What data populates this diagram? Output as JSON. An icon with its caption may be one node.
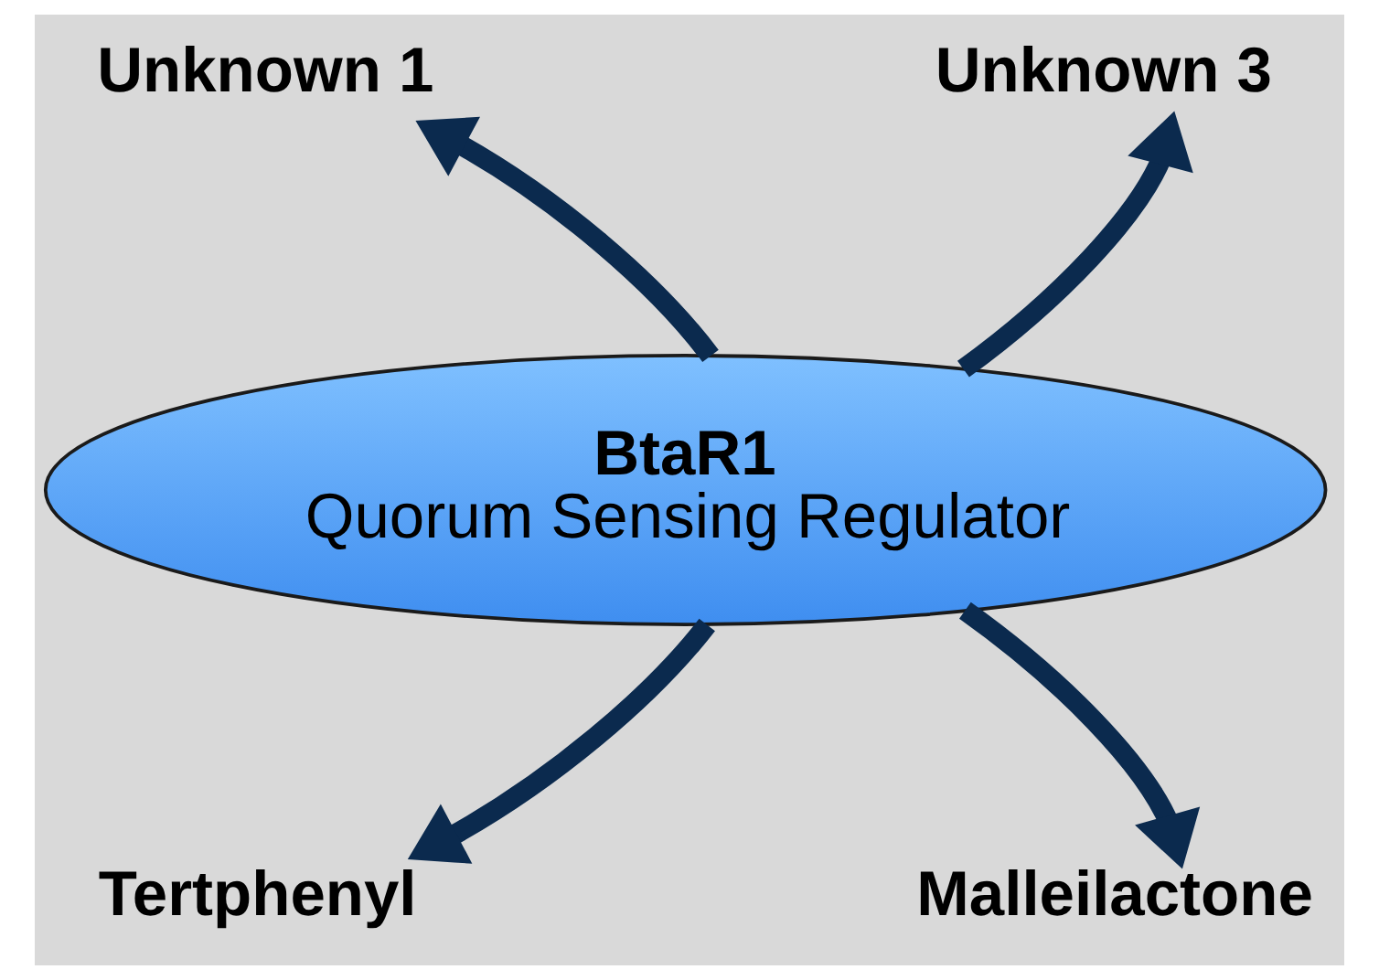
{
  "diagram": {
    "nodes": [
      {
        "text": [
          "Unknown 1"
        ]
      },
      {
        "text": [
          "Unknown 3"
        ]
      },
      {
        "text": [
          "BtaR1",
          "Quorum Sensing Regulator"
        ]
      },
      {
        "text": [
          "Tertphenyl"
        ]
      },
      {
        "text": [
          "Malleilactone"
        ]
      }
    ],
    "edges": [
      {
        "from": 2,
        "to": 0,
        "arrow": "to"
      },
      {
        "from": 2,
        "to": 1,
        "arrow": "to"
      },
      {
        "from": 2,
        "to": 3,
        "arrow": "to"
      },
      {
        "from": 2,
        "to": 4,
        "arrow": "to"
      }
    ]
  }
}
